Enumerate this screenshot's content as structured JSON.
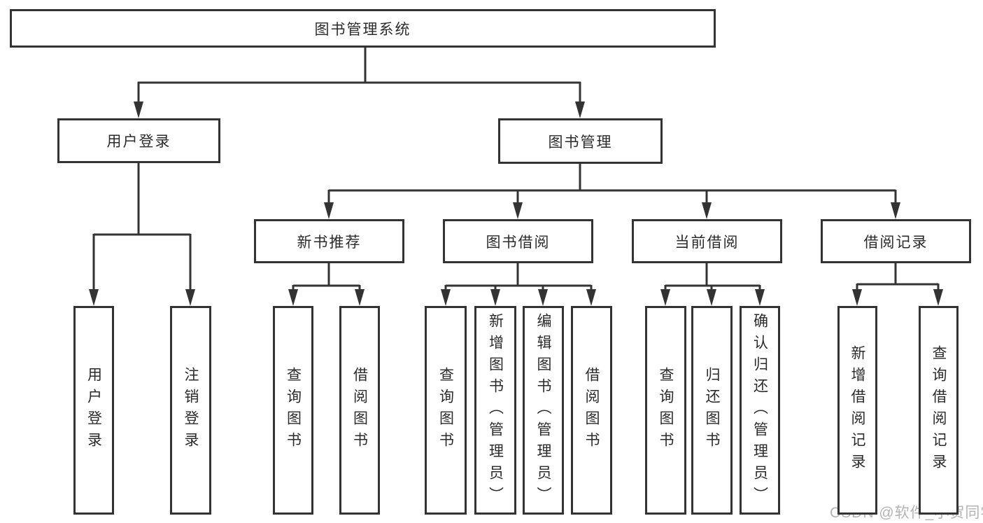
{
  "diagram": {
    "root": "图书管理系统",
    "branches": [
      {
        "label": "用户登录",
        "children": [
          "用户登录",
          "注销登录"
        ]
      },
      {
        "label": "图书管理",
        "children": [
          {
            "label": "新书推荐",
            "children": [
              "查询图书",
              "借阅图书"
            ]
          },
          {
            "label": "图书借阅",
            "children": [
              "查询图书",
              "新增图书（管理员）",
              "编辑图书（管理员）",
              "借阅图书"
            ]
          },
          {
            "label": "当前借阅",
            "children": [
              "查询图书",
              "归还图书",
              "确认归还（管理员）"
            ]
          },
          {
            "label": "借阅记录",
            "children": [
              "新增借阅记录",
              "查询借阅记录"
            ]
          }
        ]
      }
    ],
    "colors": {
      "line": "#333333",
      "box_border": "#333333",
      "text": "#2b2b2b",
      "background": "#ffffff",
      "watermark": "#b3b3b3"
    }
  },
  "watermark": "CSDN @软件_小贺同学"
}
